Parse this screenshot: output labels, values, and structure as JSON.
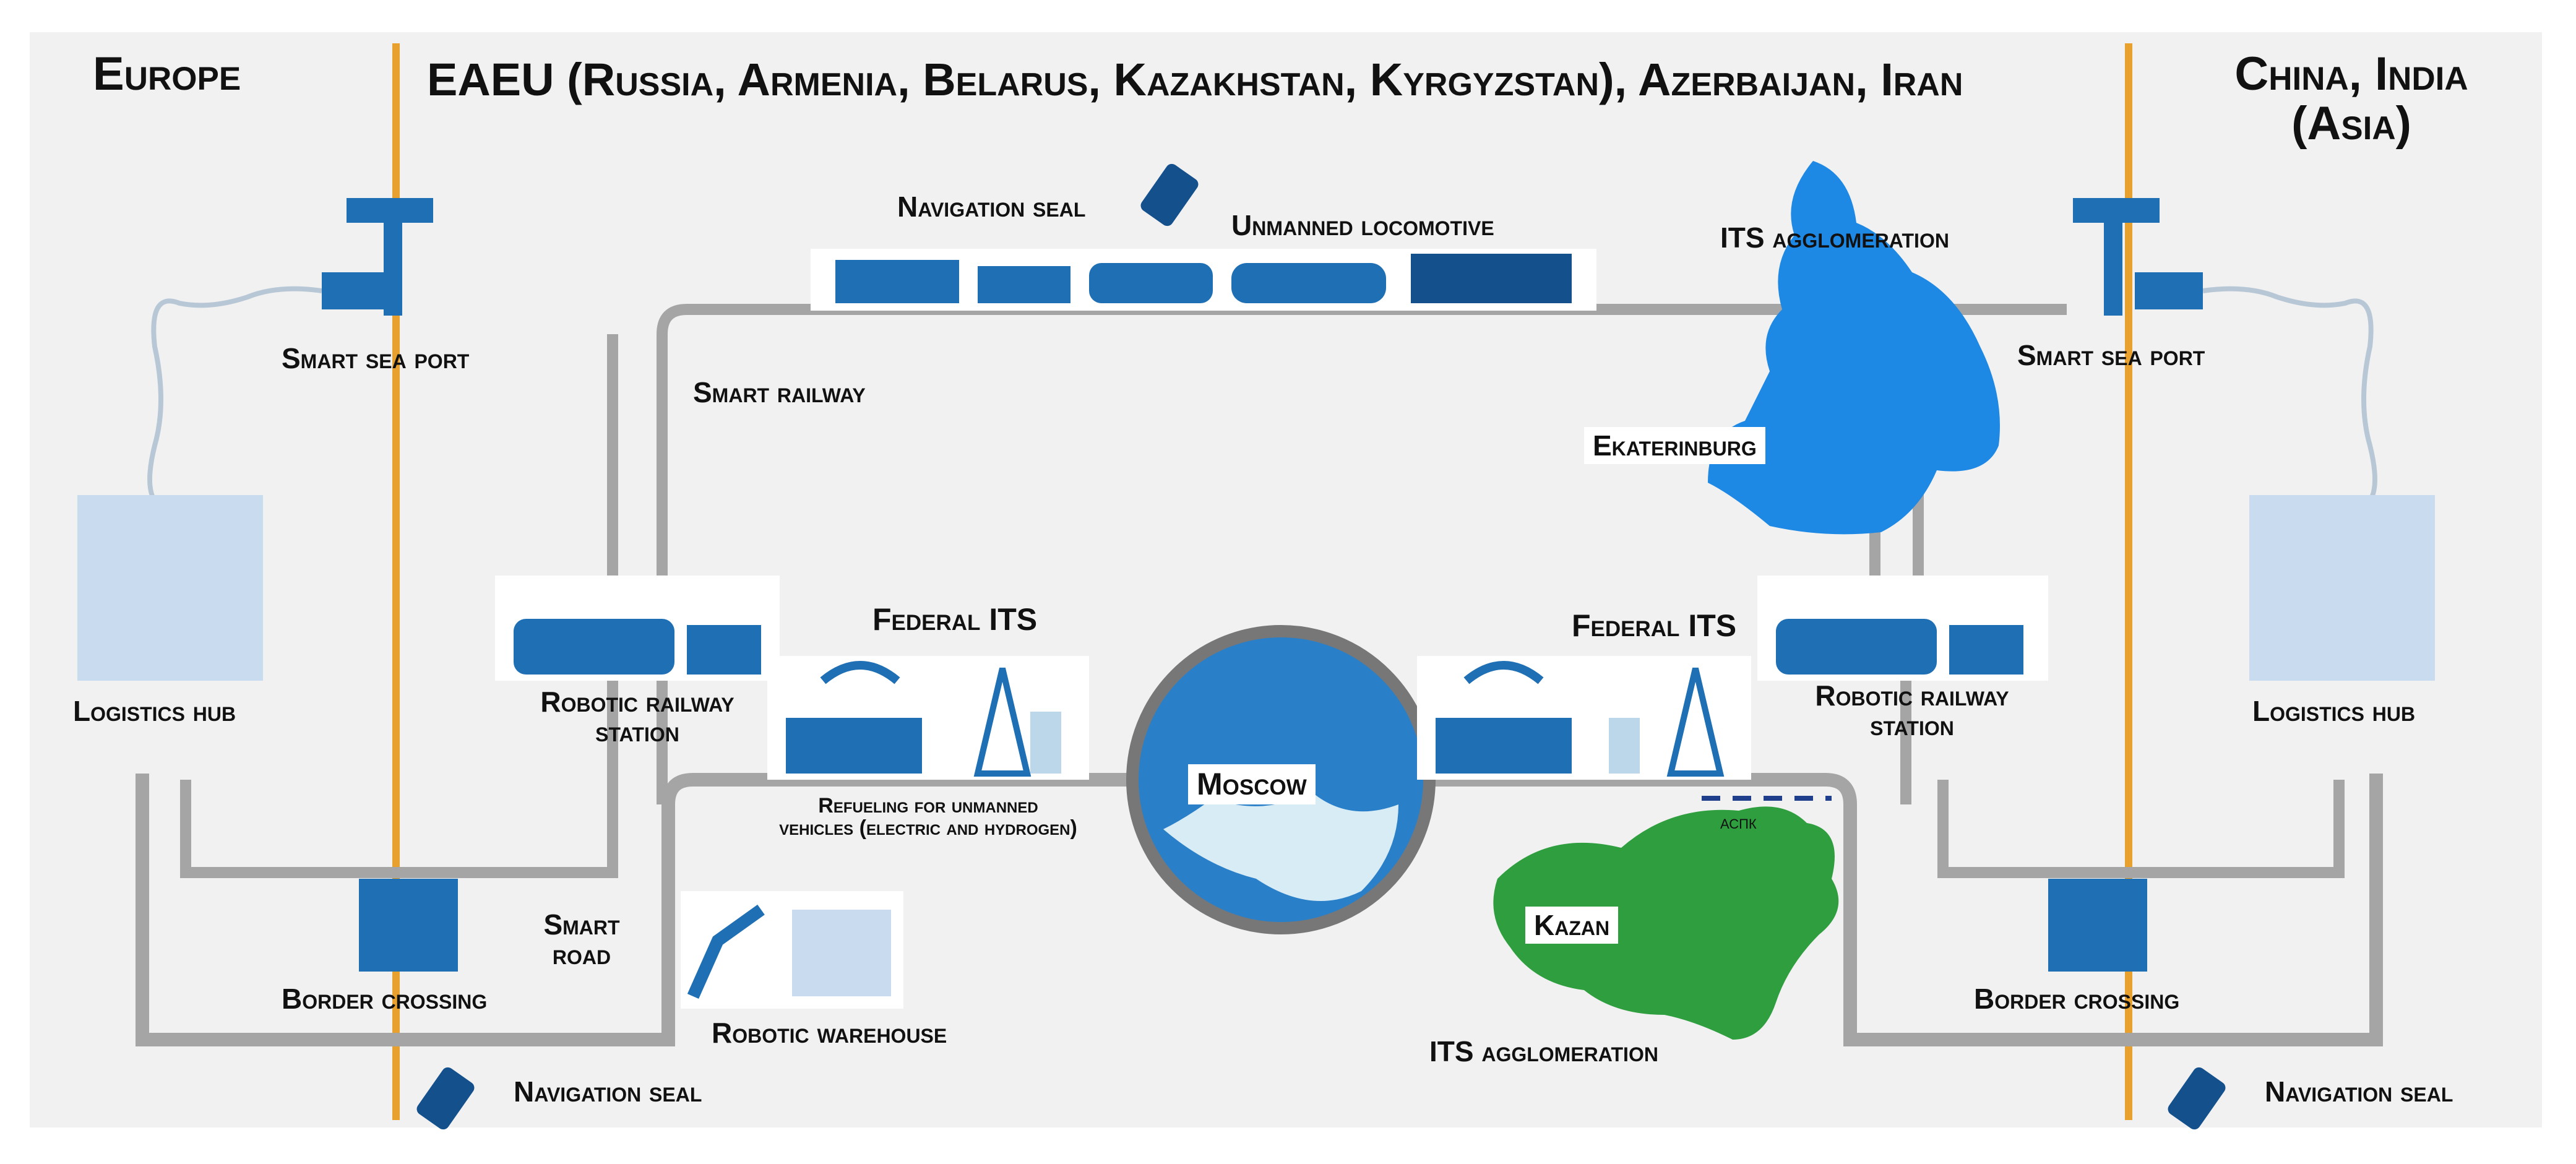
{
  "header": {
    "left_region": "Europe",
    "center_region": "EAEU (Russia, Armenia, Belarus, Kazakhstan, Kyrgyzstan), Azerbaijan, Iran",
    "right_region_line1": "China, India",
    "right_region_line2": "(Asia)"
  },
  "labels": {
    "navigation_seal_top": "Navigation seal",
    "unmanned_locomotive": "Unmanned locomotive",
    "its_agglomeration_top": "ITS agglomeration",
    "smart_sea_port_left": "Smart sea port",
    "smart_sea_port_right": "Smart sea port",
    "smart_railway": "Smart railway",
    "ekaterinburg": "Ekaterinburg",
    "logistics_hub_left": "Logistics hub",
    "logistics_hub_right": "Logistics hub",
    "robotic_railway_station_left_line1": "Robotic railway",
    "robotic_railway_station_left_line2": "station",
    "robotic_railway_station_right_line1": "Robotic railway",
    "robotic_railway_station_right_line2": "station",
    "federal_its_left": "Federal ITS",
    "federal_its_right": "Federal ITS",
    "moscow": "Moscow",
    "refueling_line1": "Refueling for unmanned",
    "refueling_line2": "vehicles (electric and hydrogen)",
    "smart_road_line1": "Smart",
    "smart_road_line2": "road",
    "border_crossing_left": "Border crossing",
    "border_crossing_right": "Border crossing",
    "robotic_warehouse": "Robotic warehouse",
    "kazan": "Kazan",
    "its_agglomeration_bottom": "ITS agglomeration",
    "navigation_seal_bottom_left": "Navigation seal",
    "navigation_seal_bottom_right": "Navigation seal",
    "acpk": "АСПК"
  },
  "colors": {
    "background": "#f1f1f1",
    "border_line": "#e8a12e",
    "track": "#a5a5a5",
    "icon_blue": "#1f6fb5",
    "map_blue": "#1e88e5",
    "map_green": "#2e9e3e"
  },
  "icons": [
    "crane-port-icon",
    "logistics-warehouse-icon",
    "rail-station-icon",
    "truck-icon",
    "wifi-icon",
    "antenna-tower-icon",
    "fuel-station-icon",
    "globe-icon",
    "border-officer-icon",
    "robot-arm-icon",
    "padlock-seal-icon",
    "train-icon"
  ]
}
